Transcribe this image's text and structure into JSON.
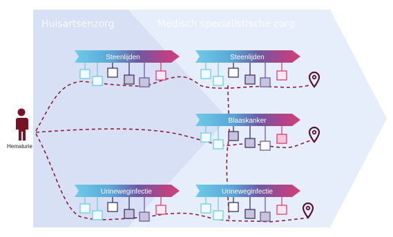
{
  "zones": {
    "primary_care": "Huisartsenzorg",
    "specialist_care": "Medisch specialistische zorg"
  },
  "patient": {
    "label": "Hematurie",
    "icon": "person-icon"
  },
  "pathways": {
    "primary": [
      {
        "label": "Steenlijden"
      },
      {
        "label": "Urineweginfectie"
      }
    ],
    "specialist": [
      {
        "label": "Steenlijden"
      },
      {
        "label": "Blaaskanker"
      },
      {
        "label": "Urineweginfectie"
      }
    ]
  },
  "colors": {
    "primary_zone": "#dde4f6",
    "specialist_zone": "#e8f0fc",
    "banner_start": "#6ecbe6",
    "banner_mid": "#6c5aa6",
    "banner_end": "#d33f78",
    "path": "#8b1a3a",
    "person": "#7a1226",
    "pin": "#5a1030"
  }
}
